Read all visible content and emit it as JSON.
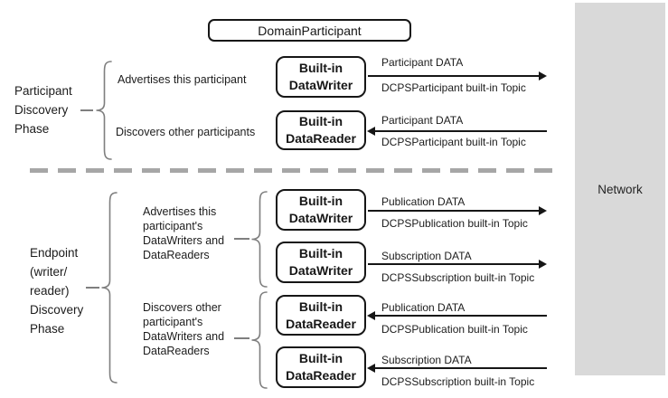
{
  "domain_participant_box": {
    "label": "DomainParticipant"
  },
  "network_panel": {
    "label": "Network"
  },
  "participant_phase": {
    "label_lines": [
      "Participant",
      "Discovery",
      "Phase"
    ],
    "rows": [
      {
        "description": "Advertises this participant",
        "box_lines": [
          "Built-in",
          "DataWriter"
        ],
        "arrow_direction": "right",
        "arrow_label_top": "Participant DATA",
        "arrow_label_bottom": "DCPSParticipant built-in Topic"
      },
      {
        "description": "Discovers other participants",
        "box_lines": [
          "Built-in",
          "DataReader"
        ],
        "arrow_direction": "left",
        "arrow_label_top": "Participant DATA",
        "arrow_label_bottom": "DCPSParticipant built-in Topic"
      }
    ]
  },
  "endpoint_phase": {
    "label_lines": [
      "Endpoint",
      "(writer/",
      "reader)",
      "Discovery",
      "Phase"
    ],
    "groups": [
      {
        "description_lines": [
          "Advertises this",
          "participant's",
          "DataWriters and",
          "DataReaders"
        ],
        "boxes": [
          {
            "box_lines": [
              "Built-in",
              "DataWriter"
            ],
            "arrow_direction": "right",
            "arrow_label_top": "Publication DATA",
            "arrow_label_bottom": "DCPSPublication built-in Topic"
          },
          {
            "box_lines": [
              "Built-in",
              "DataWriter"
            ],
            "arrow_direction": "right",
            "arrow_label_top": "Subscription DATA",
            "arrow_label_bottom": "DCPSSubscription built-in Topic"
          }
        ]
      },
      {
        "description_lines": [
          "Discovers other",
          "participant's",
          "DataWriters and",
          "DataReaders"
        ],
        "boxes": [
          {
            "box_lines": [
              "Built-in",
              "DataReader"
            ],
            "arrow_direction": "left",
            "arrow_label_top": "Publication DATA",
            "arrow_label_bottom": "DCPSPublication built-in Topic"
          },
          {
            "box_lines": [
              "Built-in",
              "DataReader"
            ],
            "arrow_direction": "left",
            "arrow_label_top": "Subscription DATA",
            "arrow_label_bottom": "DCPSSubscription built-in Topic"
          }
        ]
      }
    ]
  },
  "colors": {
    "network_fill": "#d9d9d9",
    "divider_gray": "#a6a6a6",
    "brace_gray": "#7f7f7f",
    "line_black": "#161616"
  }
}
